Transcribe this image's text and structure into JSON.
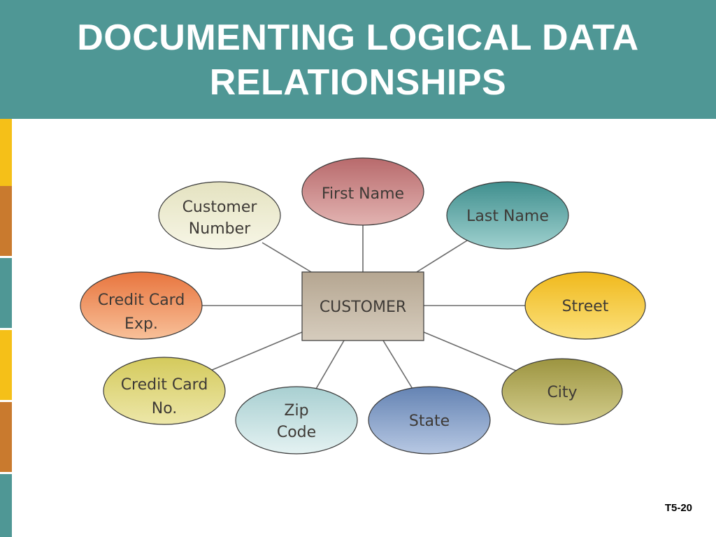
{
  "slide": {
    "title_line1": "DOCUMENTING LOGICAL DATA",
    "title_line2": "RELATIONSHIPS",
    "page_number": "T5-20"
  },
  "colors": {
    "header": "#4f9795",
    "sidebar_yellow": "#f5c018",
    "sidebar_orange": "#c97a2e",
    "sidebar_teal": "#4f9795"
  },
  "diagram": {
    "entity": "CUSTOMER",
    "attributes": [
      {
        "id": "customer-number",
        "lines": [
          "Customer",
          "Number"
        ]
      },
      {
        "id": "first-name",
        "lines": [
          "First Name"
        ]
      },
      {
        "id": "last-name",
        "lines": [
          "Last Name"
        ]
      },
      {
        "id": "street",
        "lines": [
          "Street"
        ]
      },
      {
        "id": "city",
        "lines": [
          "City"
        ]
      },
      {
        "id": "state",
        "lines": [
          "State"
        ]
      },
      {
        "id": "zip-code",
        "lines": [
          "Zip",
          "Code"
        ]
      },
      {
        "id": "credit-card-no",
        "lines": [
          "Credit Card",
          "No."
        ]
      },
      {
        "id": "credit-card-exp",
        "lines": [
          "Credit Card",
          "Exp."
        ]
      }
    ]
  }
}
